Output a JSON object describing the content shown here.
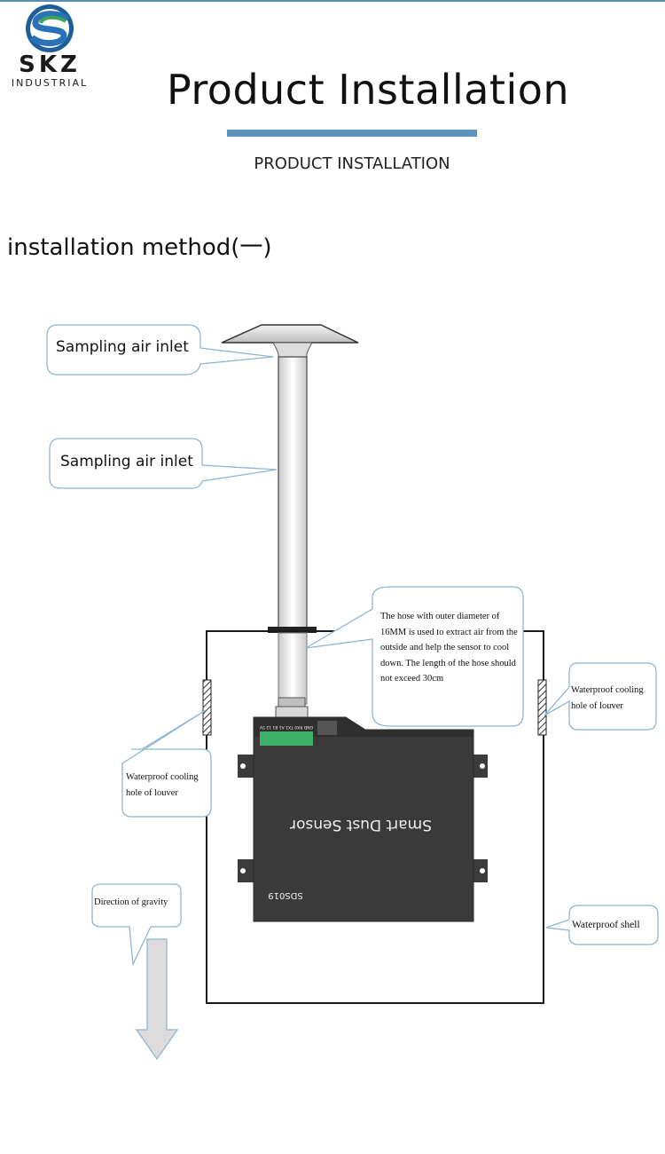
{
  "brand": {
    "name": "SKZ",
    "tagline": "INDUSTRIAL",
    "colors": {
      "blue": "#2a72b8",
      "green": "#3aa655",
      "accent_bar": "#5b93bb"
    }
  },
  "header": {
    "title": "Product Installation",
    "subtitle": "PRODUCT INSTALLATION"
  },
  "section": {
    "heading": "installation method(一)"
  },
  "diagram": {
    "device_label": "Smart Dust Sensor",
    "device_model": "SDS019",
    "terminal_labels": "GND RX0 TX1 A1 B1 12 5V",
    "callouts": {
      "sampling_inlet_top": "Sampling air inlet",
      "sampling_inlet_pipe": "Sampling air inlet",
      "hose_note": "The hose with outer diameter of 16MM is used to extract air from the outside and help the sensor to cool down. The length of the hose should not exceed 30cm",
      "louver_right": "Waterproof cooling hole of louver",
      "louver_left": "Waterproof cooling hole of louver",
      "gravity": "Direction of gravity",
      "shell": "Waterproof shell"
    }
  }
}
